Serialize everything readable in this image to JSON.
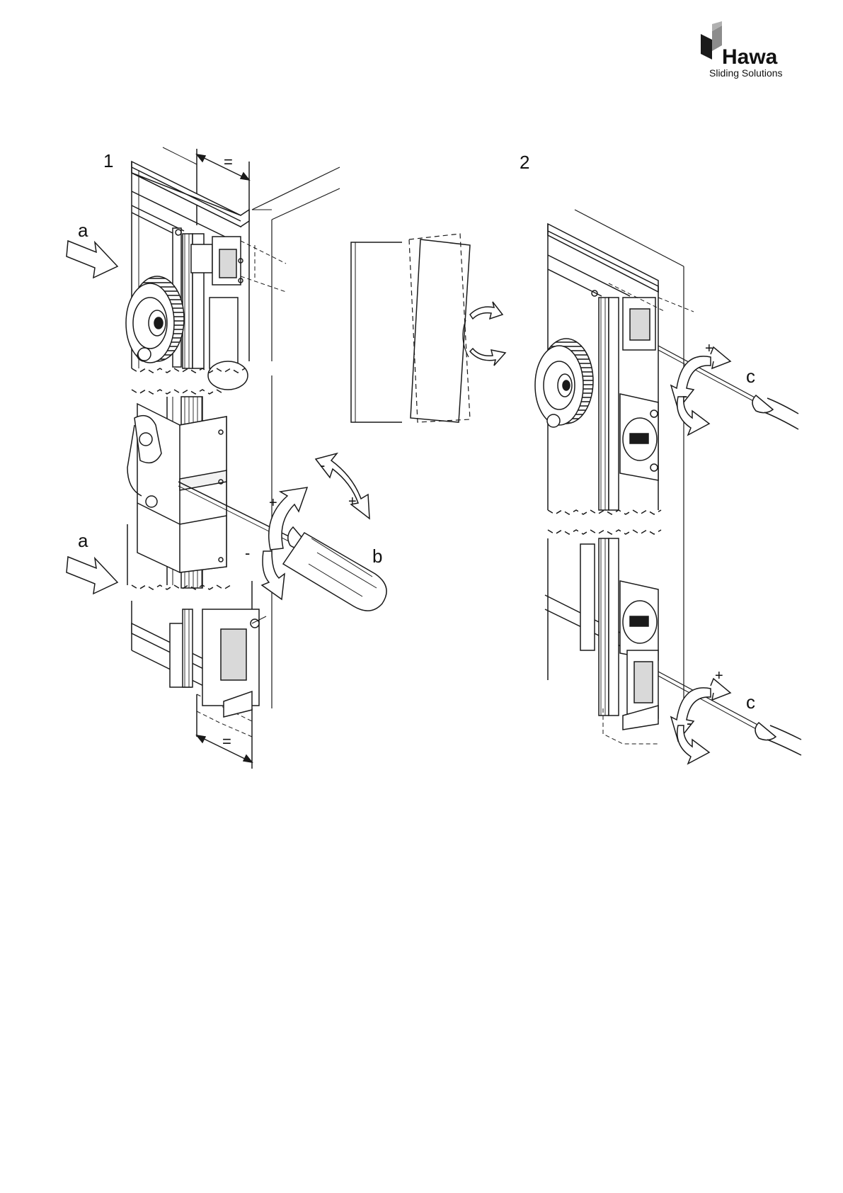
{
  "brand": {
    "name": "Hawa",
    "tagline": "Sliding Solutions"
  },
  "figure1": {
    "step_number": "1",
    "labels": {
      "a_top": "a",
      "a_bottom": "a",
      "b": "b",
      "equal_top": "=",
      "equal_bottom": "="
    },
    "rotate_signs": {
      "plus": "+",
      "minus": "-"
    },
    "tilt_signs": {
      "minus": "-",
      "plus": "+"
    }
  },
  "figure2": {
    "step_number": "2",
    "labels": {
      "c_top": "c",
      "c_bottom": "c"
    },
    "rotate_top_signs": {
      "plus": "+",
      "minus": "-"
    },
    "rotate_bottom_signs": {
      "plus": "+",
      "minus": "-"
    }
  },
  "colors": {
    "line": "#1a1a1a",
    "fill_light": "#f2f2f2",
    "fill_mid": "#d9d9d9",
    "fill_dark": "#9a9a9a",
    "logo_grey": "#8c8c8c"
  }
}
